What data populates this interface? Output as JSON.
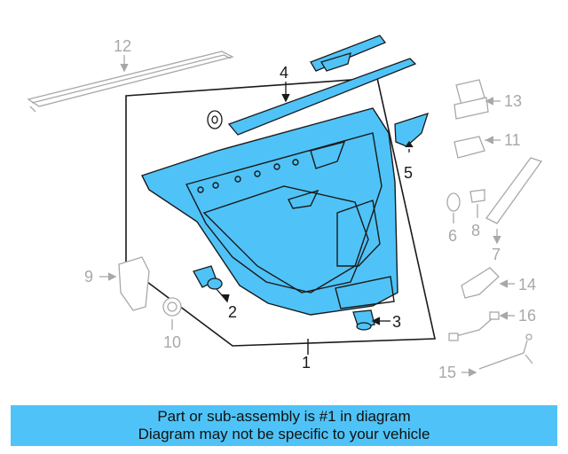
{
  "colors": {
    "highlight": "#4fc3f7",
    "ink": "#1a1a1a",
    "ghost": "#a8a8a8",
    "banner": "#4fc3f7"
  },
  "callouts": [
    "1",
    "2",
    "3",
    "4",
    "5",
    "6",
    "7",
    "8",
    "9",
    "10",
    "11",
    "12",
    "13",
    "14",
    "15",
    "16"
  ],
  "banner": {
    "line1": "Part or sub-assembly is #1 in diagram",
    "line2": "Diagram may not be specific to your vehicle"
  }
}
